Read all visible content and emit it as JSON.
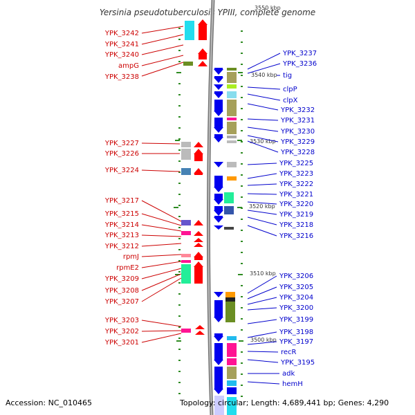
{
  "title": "Yersinia pseudotuberculosis YPIII, complete genome",
  "footer": {
    "accession": "Accession: NC_010465",
    "topology": "Topology: circular; Length: 4,689,441 bp; Genes: 4,290"
  },
  "colors": {
    "left_label": "#cc0000",
    "right_label": "#0000cc",
    "forward_gene": "#ff0000",
    "reverse_gene": "#0000ee"
  },
  "ticks": [
    {
      "label": "3550 kbp"
    },
    {
      "label": "3540 kbp"
    },
    {
      "label": "3530 kbp"
    },
    {
      "label": "3520 kbp"
    },
    {
      "label": "3510 kbp"
    },
    {
      "label": "3500 kbp"
    }
  ],
  "left_labels": [
    "YPK_3242",
    "YPK_3241",
    "YPK_3240",
    "ampG",
    "YPK_3238",
    "YPK_3227",
    "YPK_3226",
    "YPK_3224",
    "YPK_3217",
    "YPK_3215",
    "YPK_3214",
    "YPK_3213",
    "YPK_3212",
    "rpmJ",
    "rpmE2",
    "YPK_3209",
    "YPK_3208",
    "YPK_3207",
    "YPK_3203",
    "YPK_3202",
    "YPK_3201"
  ],
  "right_labels": [
    "YPK_3237",
    "YPK_3236",
    "tig",
    "clpP",
    "clpX",
    "YPK_3232",
    "YPK_3231",
    "YPK_3230",
    "YPK_3229",
    "YPK_3228",
    "YPK_3225",
    "YPK_3223",
    "YPK_3222",
    "YPK_3221",
    "YPK_3220",
    "YPK_3219",
    "YPK_3218",
    "YPK_3216",
    "YPK_3206",
    "YPK_3205",
    "YPK_3204",
    "YPK_3200",
    "YPK_3199",
    "YPK_3198",
    "YPK_3197",
    "recR",
    "YPK_3195",
    "adk",
    "hemH"
  ]
}
